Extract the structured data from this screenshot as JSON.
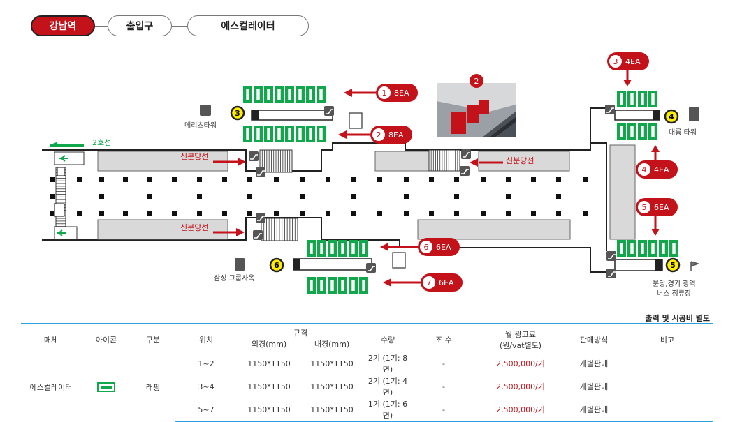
{
  "breadcrumb": {
    "station": "강남역",
    "category": "출입구",
    "media": "에스컬레이터"
  },
  "map": {
    "line_label": "2호선",
    "shinbundang_label": "신분당선",
    "buildings": {
      "meritz": "메리츠타워",
      "daeryung": "대륭 타워",
      "samsung": "삼성 그룹사옥",
      "bus_line1": "분당,경기 광역",
      "bus_line2": "버스 정류장"
    },
    "exits": [
      "3",
      "4",
      "5",
      "6"
    ],
    "callouts": [
      {
        "num": "1",
        "qty": "8EA"
      },
      {
        "num": "2",
        "qty": "8EA"
      },
      {
        "num": "3",
        "qty": "4EA"
      },
      {
        "num": "4",
        "qty": "4EA"
      },
      {
        "num": "5",
        "qty": "6EA"
      },
      {
        "num": "6",
        "qty": "6EA"
      },
      {
        "num": "7",
        "qty": "6EA"
      }
    ],
    "photo_marker": "2",
    "colors": {
      "red": "#c4121a",
      "green": "#10a84a",
      "exit_yellow": "#ffee00",
      "platform": "#d9d9d9"
    }
  },
  "table": {
    "note": "출력 및 시공비 별도",
    "headers": {
      "media": "매체",
      "icon": "아이콘",
      "type": "구분",
      "position": "위치",
      "spec": "규격",
      "outer": "외경(mm)",
      "inner": "내경(mm)",
      "qty": "수량",
      "sets": "조 수",
      "price1": "월 광고료",
      "price2": "(원/vat별도)",
      "sale": "판매방식",
      "remark": "비고"
    },
    "media_name": "에스컬레이터",
    "type_name": "래핑",
    "icon_name": "green-escalator-icon",
    "rows": [
      {
        "pos": "1~2",
        "outer": "1150*1150",
        "inner": "1150*1150",
        "qty": "2기 (1기: 8면)",
        "sets": "-",
        "price": "2,500,000/기",
        "sale": "개별판매",
        "remark": ""
      },
      {
        "pos": "3~4",
        "outer": "1150*1150",
        "inner": "1150*1150",
        "qty": "2기 (1기: 4면)",
        "sets": "-",
        "price": "2,500,000/기",
        "sale": "개별판매",
        "remark": ""
      },
      {
        "pos": "5~7",
        "outer": "1150*1150",
        "inner": "1150*1150",
        "qty": "1기 (1기: 6면)",
        "sets": "-",
        "price": "2,500,000/기",
        "sale": "개별판매",
        "remark": ""
      }
    ]
  }
}
